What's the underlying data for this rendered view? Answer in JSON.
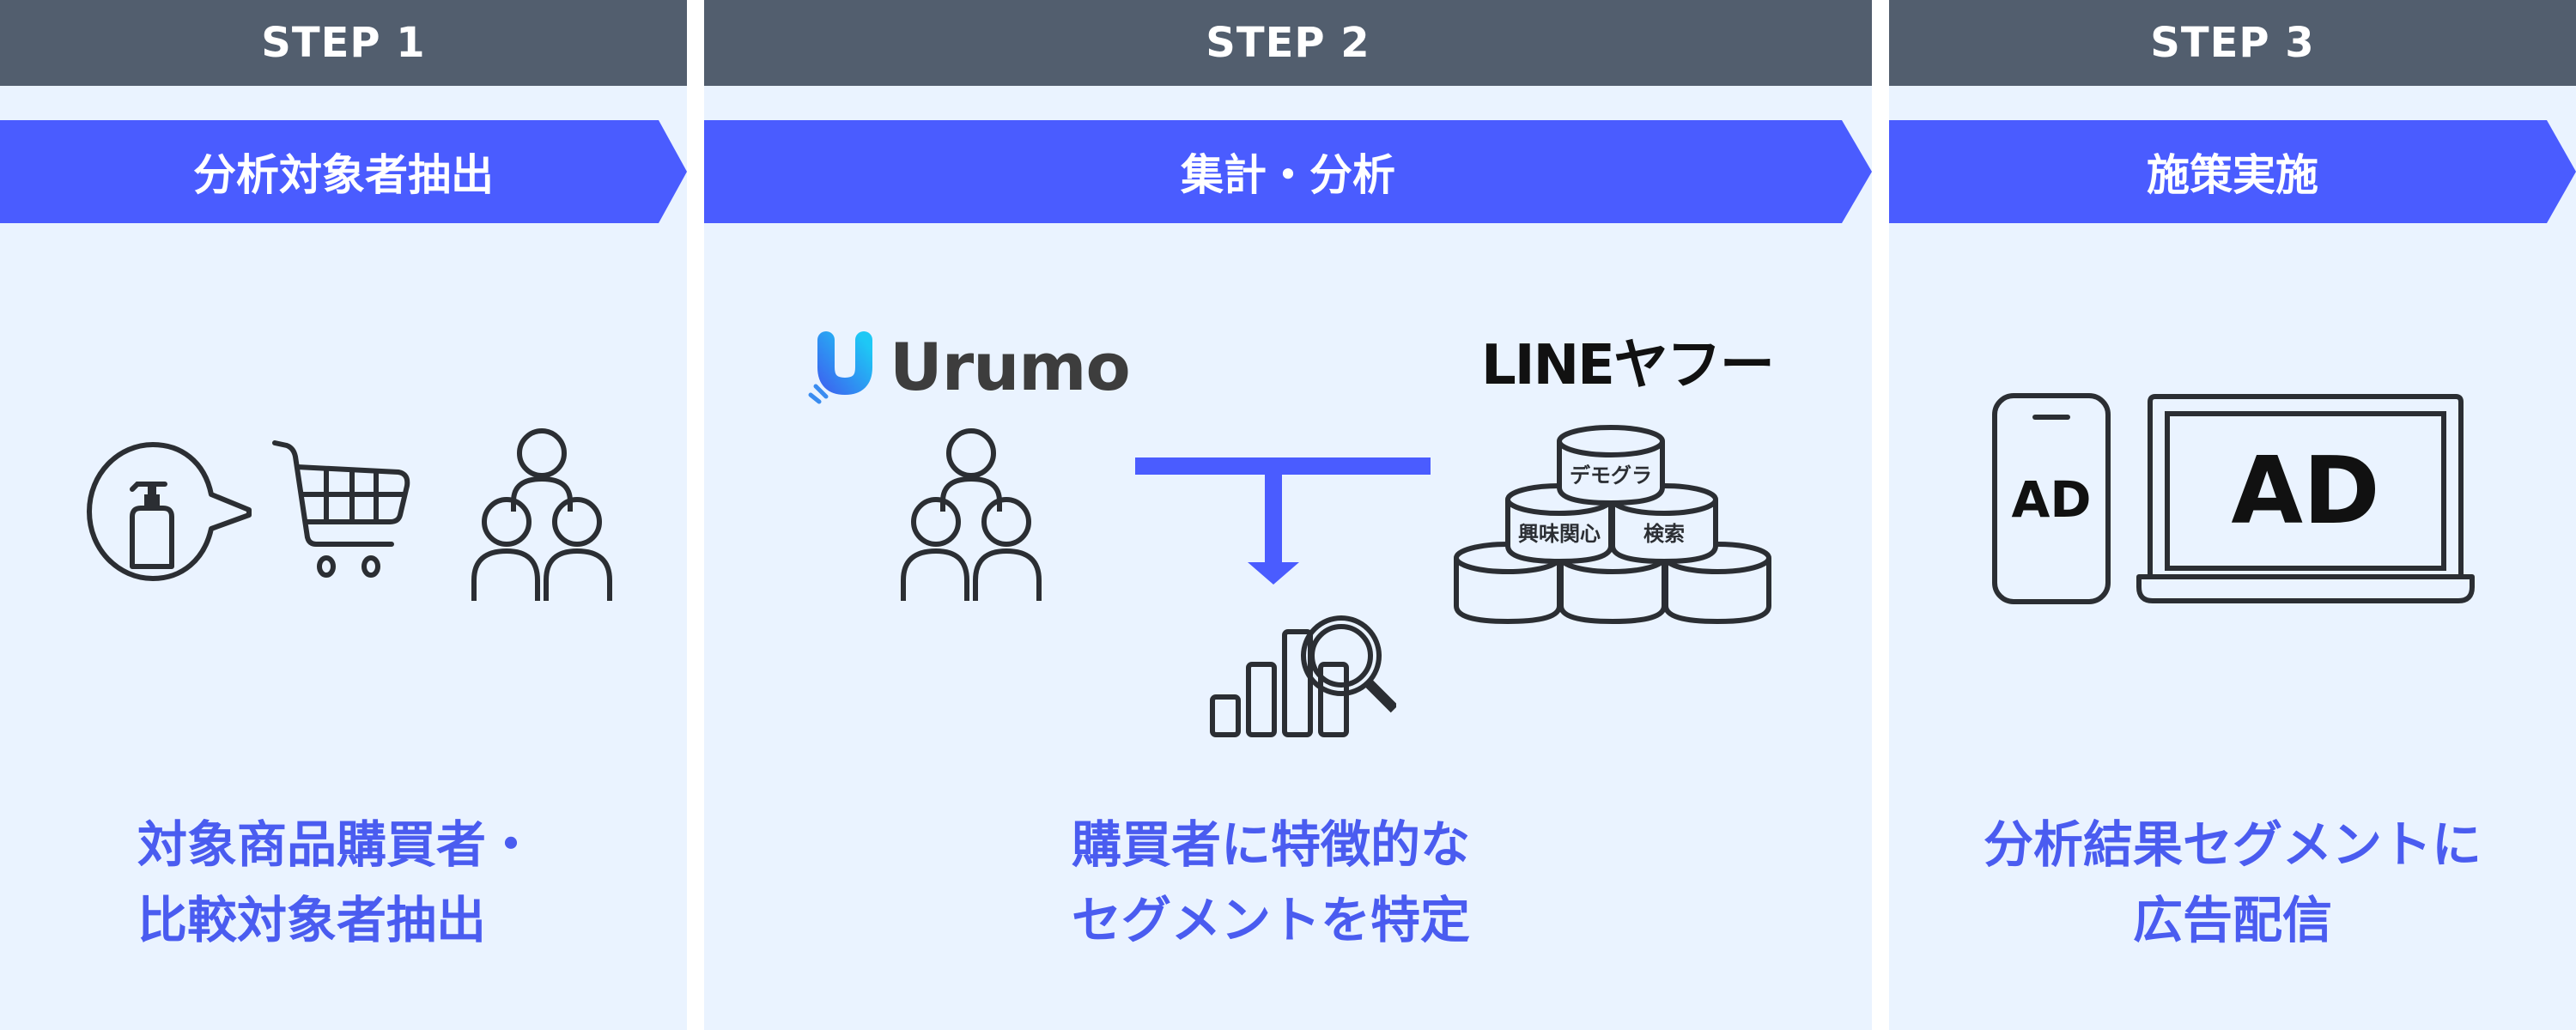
{
  "colors": {
    "header_bg": "#525e6e",
    "panel_bg": "#eaf3ff",
    "accent_blue": "#4a5cff",
    "desc_text": "#4a5cf0",
    "icon_stroke": "#2b2e33",
    "urumo_gradient": [
      "#1ec8f5",
      "#3a6cf0"
    ],
    "urumo_text": "#3d3d3d"
  },
  "steps": [
    {
      "header": "STEP 1",
      "title": "分析対象者抽出",
      "icons": [
        "speech-bubble-pump-bottle-icon",
        "shopping-cart-icon",
        "people-group-icon"
      ],
      "description": [
        "対象商品購買者・",
        "比較対象者抽出"
      ]
    },
    {
      "header": "STEP 2",
      "title": "集計・分析",
      "left_logo": "Urumo",
      "right_logo": "LINEヤフー",
      "data_cylinders": [
        "デモグラ",
        "興味関心",
        "検索"
      ],
      "icons": [
        "urumo-logo-icon",
        "people-group-icon",
        "merge-arrow-icon",
        "bar-chart-magnifier-icon",
        "database-stack-icon"
      ],
      "description": [
        "購買者に特徴的な",
        "セグメントを特定"
      ]
    },
    {
      "header": "STEP 3",
      "title": "施策実施",
      "phone_label": "AD",
      "laptop_label": "AD",
      "icons": [
        "smartphone-icon",
        "laptop-icon"
      ],
      "description": [
        "分析結果セグメントに",
        "広告配信"
      ]
    }
  ]
}
